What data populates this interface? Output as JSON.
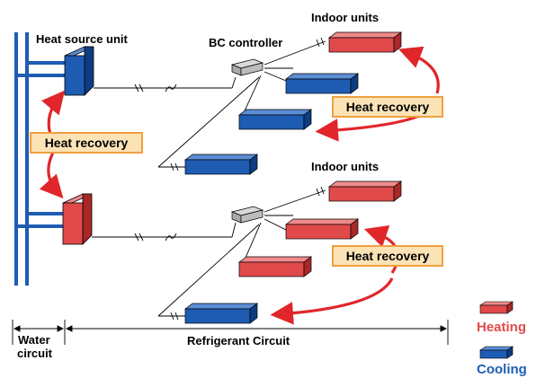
{
  "labels": {
    "heat_source_unit": "Heat source unit",
    "bc_controller": "BC controller",
    "indoor_units_top": "Indoor units",
    "indoor_units_bottom": "Indoor units",
    "heat_recovery_left": "Heat recovery",
    "heat_recovery_top": "Heat recovery",
    "heat_recovery_bottom": "Heat recovery",
    "water_circuit_line1": "Water",
    "water_circuit_line2": "circuit",
    "refrigerant_circuit": "Refrigerant Circuit"
  },
  "legend": {
    "heating": "Heating",
    "cooling": "Cooling"
  },
  "colors": {
    "heating": "#e04a4a",
    "cooling": "#1e5cb3",
    "water_pipe": "#1e5cb3",
    "arrow": "#e0262b",
    "label_box_fill": "#fbe3b6",
    "label_box_border": "#f0a040"
  }
}
